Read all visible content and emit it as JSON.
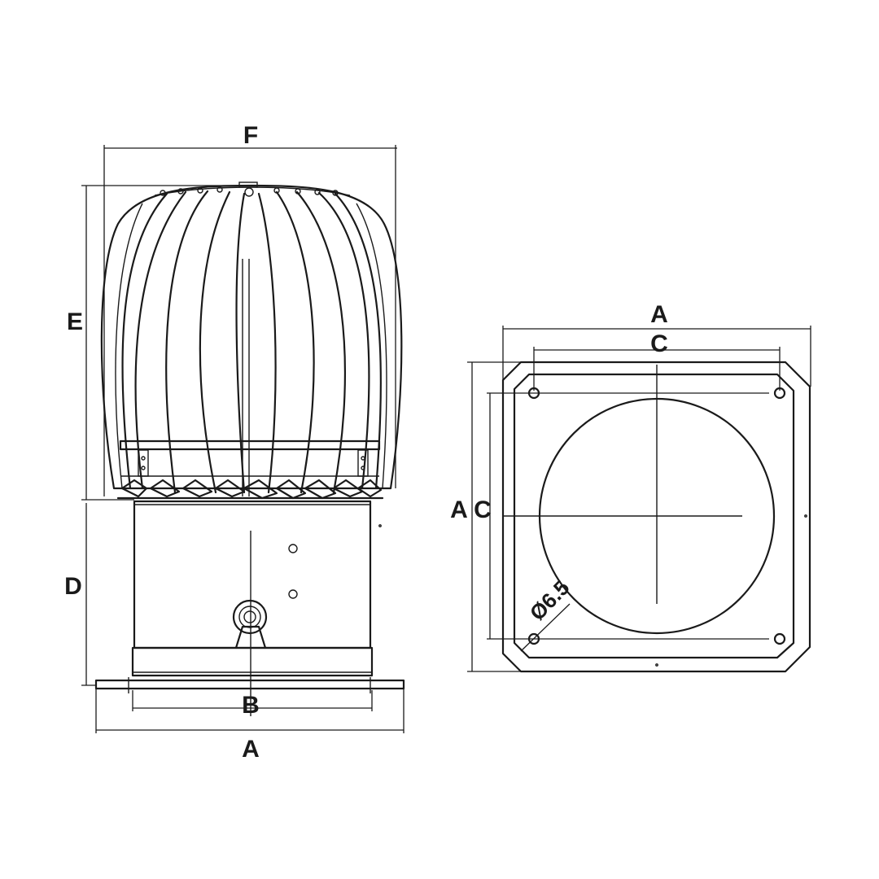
{
  "labels": {
    "side_width_top": "F",
    "side_height_upper": "E",
    "side_height_lower": "D",
    "side_width_throat": "B",
    "side_width_base": "A",
    "plan_width_outer": "A",
    "plan_width_holes": "C",
    "plan_height_outer": "A",
    "plan_height_holes": "C",
    "hole_diameter": "Ø6.5"
  },
  "colors": {
    "stroke": "#1a1a1a",
    "background": "#ffffff"
  },
  "views": [
    "side-elevation",
    "top-plan"
  ]
}
